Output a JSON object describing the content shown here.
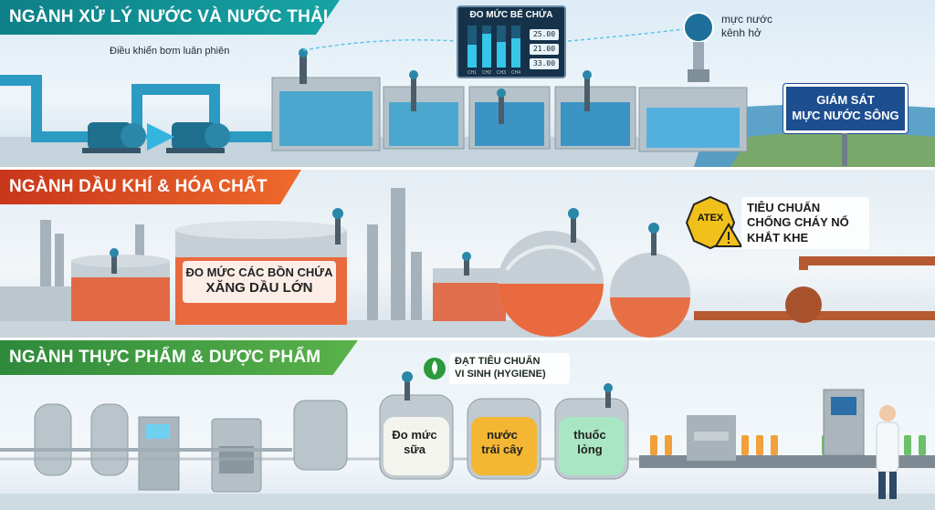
{
  "sections": {
    "water": {
      "title": "NGÀNH XỬ LÝ NƯỚC VÀ NƯỚC THẢI",
      "pump_label": "Điều khiển bơm luân phiên",
      "tank_display": {
        "title": "ĐO MỨC BỂ CHỨA",
        "readings": [
          "25.00",
          "21.00",
          "33.00"
        ],
        "bar_levels": [
          0.55,
          0.8,
          0.6,
          0.7
        ],
        "bar_labels": [
          "CH1",
          "CH2",
          "CH3",
          "CH4"
        ]
      },
      "open_channel_label_line1": "mực nước",
      "open_channel_label_line2": "kênh hở",
      "river_sign_line1": "GIÁM SÁT",
      "river_sign_line2": "MỰC NƯỚC SÔNG"
    },
    "oil": {
      "title": "NGÀNH DẦU KHÍ & HÓA CHẤT",
      "tank_label_line1": "ĐO MỨC CÁC BỒN CHỨA",
      "tank_label_line2": "XĂNG DẦU LỚN",
      "atex_badge": "ATEX",
      "atex_label_line1": "TIÊU CHUẨN",
      "atex_label_line2": "CHỐNG CHÁY NỔ",
      "atex_label_line3": "KHẮT KHE"
    },
    "food": {
      "title": "NGÀNH THỰC PHẨM & DƯỢC PHẨM",
      "hygiene_line1": "ĐẠT TIÊU CHUẨN",
      "hygiene_line2": "VI SINH (HYGIENE)",
      "tank1_line1": "Đo mức",
      "tank1_line2": "sữa",
      "tank2_line1": "nước",
      "tank2_line2": "trái cây",
      "tank3_line1": "thuốc",
      "tank3_line2": "lỏng"
    }
  },
  "colors": {
    "water_banner": "#0e7f86",
    "oil_banner": "#c8361b",
    "food_banner": "#2e8a3b",
    "water": "#2f9fd0",
    "oil": "#e8562a",
    "milk": "#f4f4ee",
    "juice": "#f4b733",
    "medicine": "#a9e6c4"
  }
}
